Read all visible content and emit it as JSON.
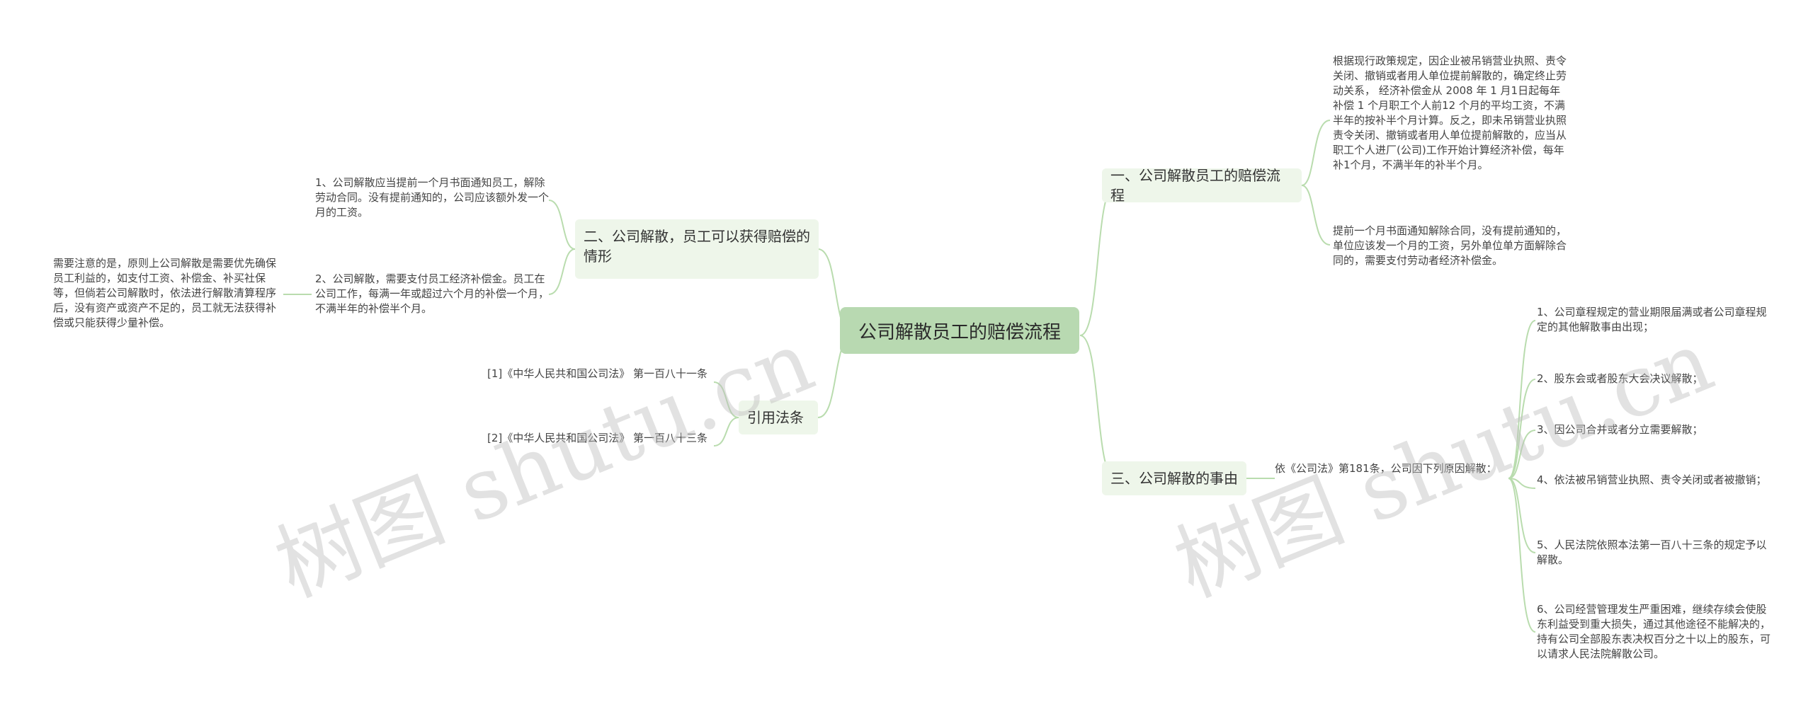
{
  "watermark": "树图 shutu.cn",
  "root": {
    "label": "公司解散员工的赔偿流程"
  },
  "left": {
    "branch_a": {
      "label": "二、公司解散，员工可以获得赔偿的情形",
      "items": [
        "1、公司解散应当提前一个月书面通知员工，解除劳动合同。没有提前通知的，公司应该额外发一个月的工资。",
        "2、公司解散，需要支付员工经济补偿金。员工在公司工作，每满一年或超过六个月的补偿一个月，不满半年的补偿半个月。"
      ],
      "note": "需要注意的是，原则上公司解散是需要优先确保员工利益的，如支付工资、补偿金、补买社保等，但倘若公司解散时，依法进行解散清算程序后，没有资产或资产不足的，员工就无法获得补偿或只能获得少量补偿。"
    },
    "branch_b": {
      "label": "引用法条",
      "items": [
        "[1]《中华人民共和国公司法》 第一百八十一条",
        "[2]《中华人民共和国公司法》 第一百八十三条"
      ]
    }
  },
  "right": {
    "branch_1": {
      "label": "一、公司解散员工的赔偿流程",
      "items": [
        "根据现行政策规定，因企业被吊销营业执照、责令关闭、撤销或者用人单位提前解散的，确定终止劳动关系， 经济补偿金从 2008 年 1 月1日起每年补偿 1 个月职工个人前12 个月的平均工资，不满半年的按补半个月计算。反之，即未吊销营业执照责令关闭、撤销或者用人单位提前解散的，应当从职工个人进厂(公司)工作开始计算经济补偿，每年补1个月，不满半年的补半个月。",
        "提前一个月书面通知解除合同，没有提前通知的，单位应该发一个月的工资，另外单位单方面解除合同的，需要支付劳动者经济补偿金。"
      ]
    },
    "branch_3": {
      "label": "三、公司解散的事由",
      "intro": "依《公司法》第181条，公司因下列原因解散：",
      "items": [
        "1、公司章程规定的营业期限届满或者公司章程规定的其他解散事由出现；",
        "2、股东会或者股东大会决议解散；",
        "3、因公司合并或者分立需要解散；",
        "4、依法被吊销营业执照、责令关闭或者被撤销；",
        "5、人民法院依照本法第一百八十三条的规定予以解散。",
        "6、公司经营管理发生严重困难，继续存续会使股东利益受到重大损失，通过其他途径不能解决的，持有公司全部股东表决权百分之十以上的股东，可以请求人民法院解散公司。"
      ]
    }
  },
  "colors": {
    "line": "#b9dcae",
    "root_bg": "#b8d9b1",
    "branch_bg": "#eef6ea"
  }
}
